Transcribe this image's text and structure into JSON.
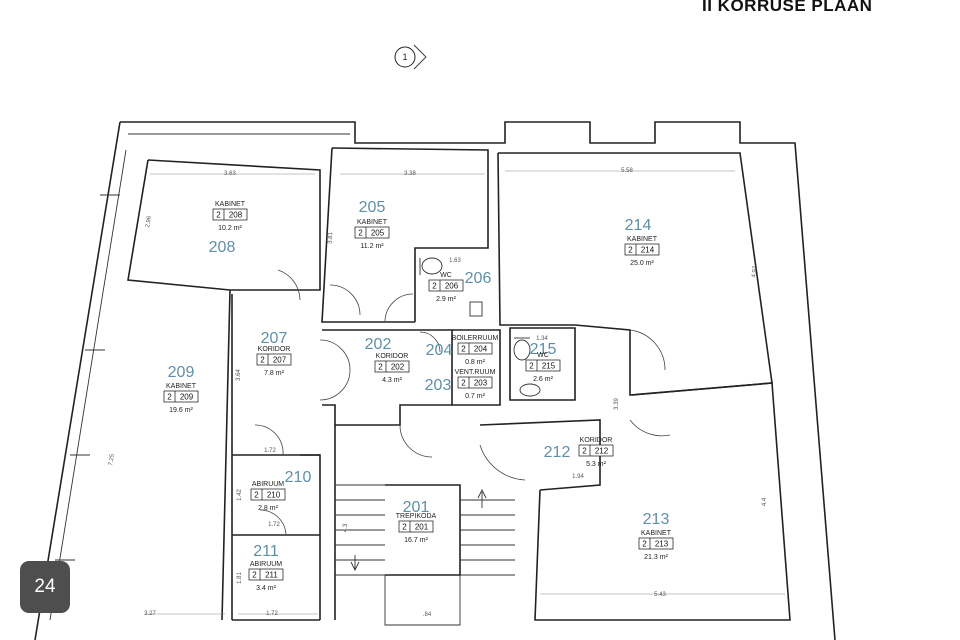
{
  "title": "II KORRUSE PLAAN",
  "page_number": "24",
  "axis_marker": "1",
  "rooms": [
    {
      "id": "201",
      "name": "TREPIKODA",
      "floor": "2",
      "code": "201",
      "area": "16.7 m²"
    },
    {
      "id": "202",
      "name": "KORIDOR",
      "floor": "2",
      "code": "202",
      "area": "4.3 m²"
    },
    {
      "id": "203",
      "name": "VENT.RUUM",
      "floor": "2",
      "code": "203",
      "area": "0.7 m²"
    },
    {
      "id": "204",
      "name": "BOILERRUUM",
      "floor": "2",
      "code": "204",
      "area": "0.8 m²"
    },
    {
      "id": "205",
      "name": "KABINET",
      "floor": "2",
      "code": "205",
      "area": "11.2 m²"
    },
    {
      "id": "206",
      "name": "WC",
      "floor": "2",
      "code": "206",
      "area": "2.9 m²"
    },
    {
      "id": "207",
      "name": "KORIDOR",
      "floor": "2",
      "code": "207",
      "area": "7.8 m²"
    },
    {
      "id": "208",
      "name": "KABINET",
      "floor": "2",
      "code": "208",
      "area": "10.2 m²"
    },
    {
      "id": "209",
      "name": "KABINET",
      "floor": "2",
      "code": "209",
      "area": "19.6 m²"
    },
    {
      "id": "210",
      "name": "ABIRUUM",
      "floor": "2",
      "code": "210",
      "area": "2.8 m²"
    },
    {
      "id": "211",
      "name": "ABIRUUM",
      "floor": "2",
      "code": "211",
      "area": "3.4 m²"
    },
    {
      "id": "212",
      "name": "KORIDOR",
      "floor": "2",
      "code": "212",
      "area": "5.3 m²"
    },
    {
      "id": "213",
      "name": "KABINET",
      "floor": "2",
      "code": "213",
      "area": "21.3 m²"
    },
    {
      "id": "214",
      "name": "KABINET",
      "floor": "2",
      "code": "214",
      "area": "25.0 m²"
    },
    {
      "id": "215",
      "name": "WC",
      "floor": "2",
      "code": "215",
      "area": "2.6 m²"
    }
  ],
  "dimensions": [
    "3.63",
    "3.38",
    "5.58",
    "2.96",
    "3.81",
    "4.97",
    "3.64",
    "7.25",
    "1.72",
    "1.42",
    "1.72",
    "1.81",
    "3.27",
    "1.72",
    "4.3",
    "1.63",
    "1.34",
    "3.39",
    "1.94",
    "4.4",
    "5.43",
    ".84"
  ]
}
